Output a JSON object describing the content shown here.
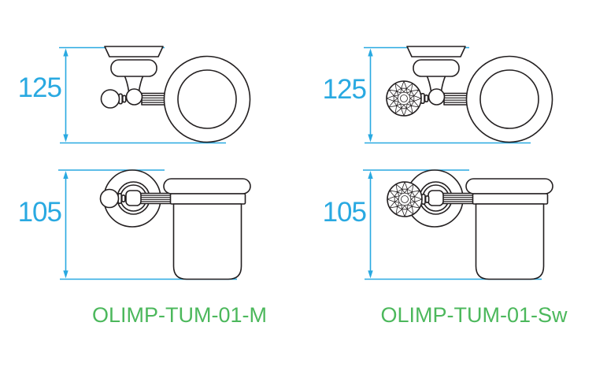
{
  "colors": {
    "dimension_blue": "#29a9e1",
    "label_green": "#4cb85c",
    "line_black": "#231f20",
    "background": "#ffffff"
  },
  "drawings": {
    "top_left": {
      "view": "top",
      "knob": "metal-ball",
      "dimension_mm": "125"
    },
    "top_right": {
      "view": "top",
      "knob": "crystal-facet",
      "dimension_mm": "125"
    },
    "bottom_left": {
      "view": "side",
      "knob": "metal-ball",
      "dimension_mm": "105"
    },
    "bottom_right": {
      "view": "side",
      "knob": "crystal-facet",
      "dimension_mm": "105"
    }
  },
  "product_labels": {
    "left": "OLIMP-TUM-01-M",
    "right": "OLIMP-TUM-01-Sw"
  }
}
